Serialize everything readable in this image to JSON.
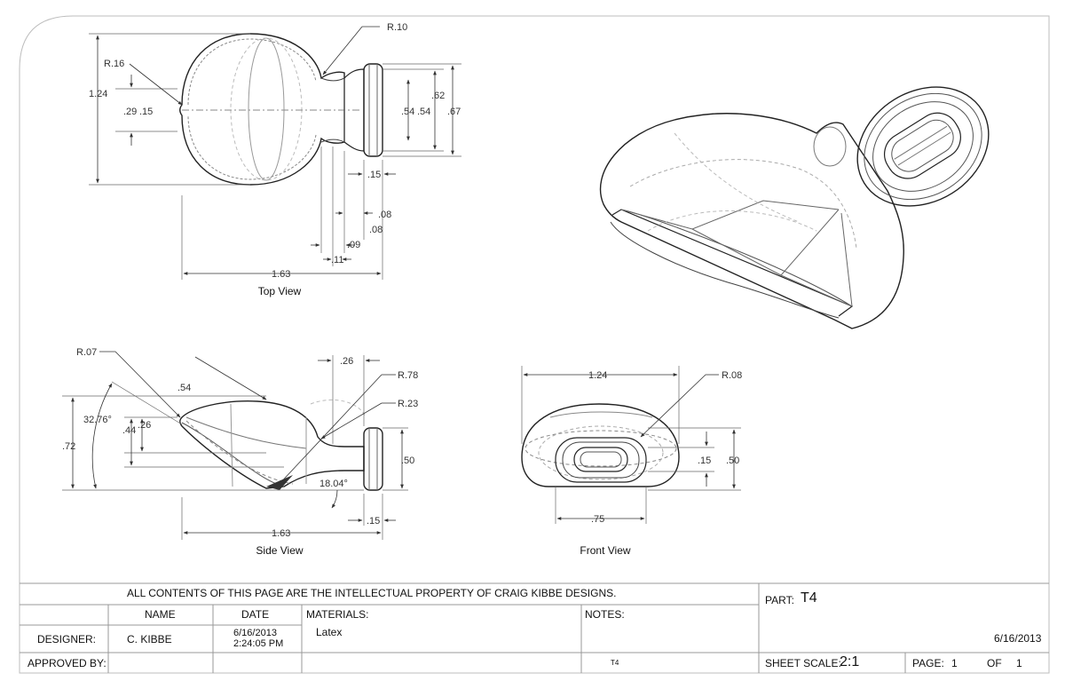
{
  "top_view": {
    "caption": "Top View",
    "dims": {
      "r10": "R.10",
      "r16": "R.16",
      "d124": "1.24",
      "d29": ".29",
      "d15a": ".15",
      "d54a": ".54",
      "d54b": ".54",
      "d62": ".62",
      "d67": ".67",
      "d15b": ".15",
      "d08a": ".08",
      "d08b": ".08",
      "d09": ".09",
      "d11": ".11",
      "d163": "1.63"
    }
  },
  "side_view": {
    "caption": "Side View",
    "dims": {
      "r07": "R.07",
      "d54": ".54",
      "ang32": "32.76°",
      "d72": ".72",
      "d44": ".44",
      "d26a": ".26",
      "d26b": ".26",
      "r78": "R.78",
      "r23": "R.23",
      "d50": ".50",
      "ang18": "18.04°",
      "d15": ".15",
      "d163": "1.63"
    }
  },
  "front_view": {
    "caption": "Front View",
    "dims": {
      "d124": "1.24",
      "r08": "R.08",
      "d15": ".15",
      "d50": ".50",
      "d75": ".75"
    }
  },
  "title_block": {
    "ip_notice": "ALL CONTENTS OF THIS PAGE ARE THE INTELLECTUAL PROPERTY OF CRAIG KIBBE DESIGNS.",
    "name_header": "NAME",
    "date_header": "DATE",
    "materials_label": "MATERIALS:",
    "materials_value": "Latex",
    "notes_label": "NOTES:",
    "designer_label": "DESIGNER:",
    "designer_name": "C. KIBBE",
    "designer_date": "6/16/2013",
    "designer_time": "2:24:05 PM",
    "approved_label": "APPROVED BY:",
    "part_label": "PART:",
    "part_value": "T4",
    "right_date": "6/16/2013",
    "notes_small": "T4",
    "scale_label": "SHEET SCALE:",
    "scale_value": "2:1",
    "page_label": "PAGE:",
    "page_value": "1",
    "of_label": "OF",
    "of_value": "1"
  }
}
